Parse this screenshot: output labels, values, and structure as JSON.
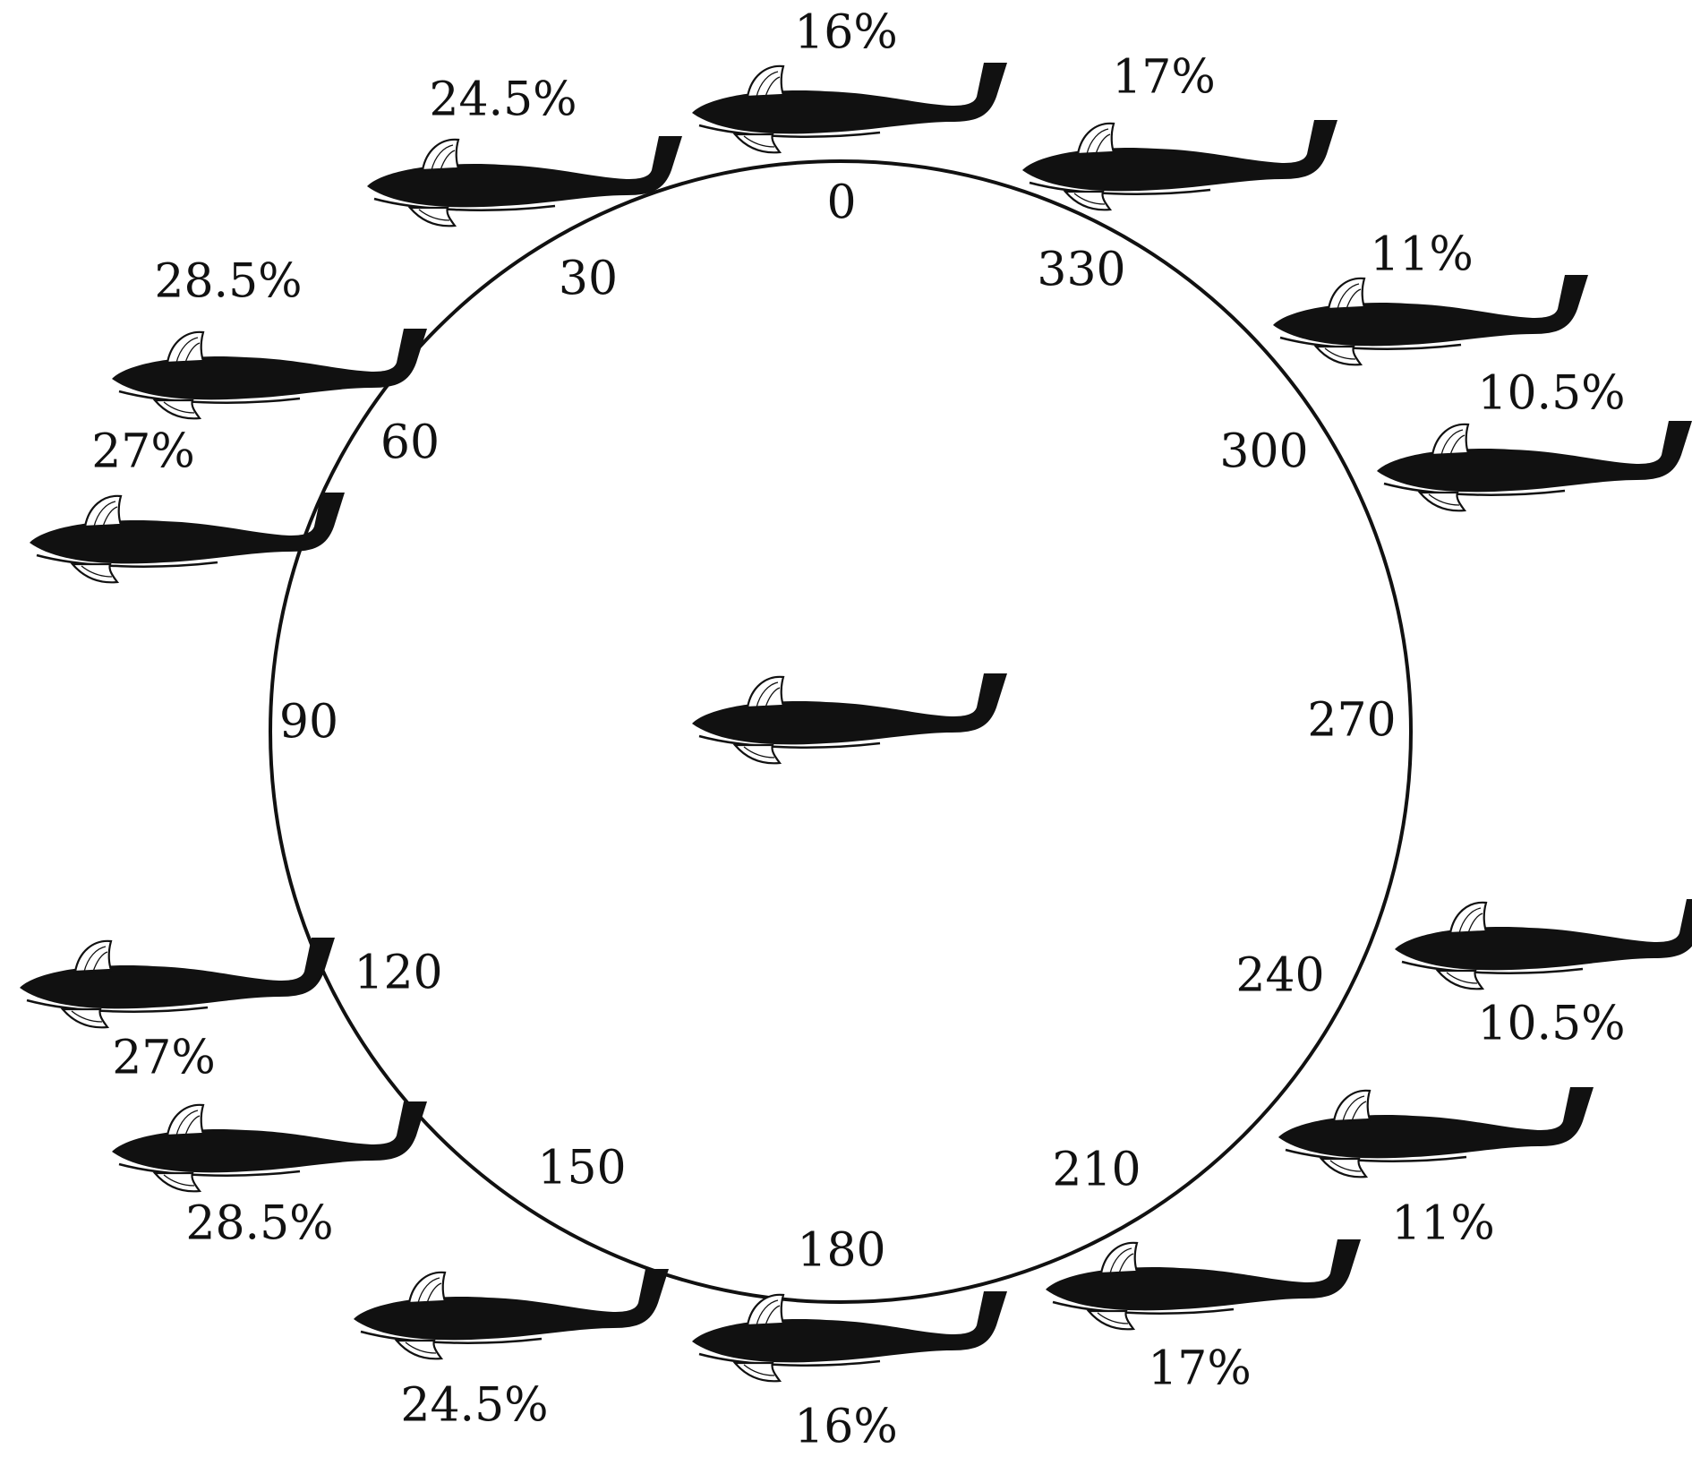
{
  "diagram": {
    "colors": {
      "ink": "#111111",
      "background": "#ffffff"
    },
    "icon": "fish-icon",
    "center_fish": {
      "icon": "fish-icon"
    },
    "angle_labels": [
      "0",
      "30",
      "60",
      "90",
      "120",
      "150",
      "180",
      "210",
      "240",
      "270",
      "300",
      "330"
    ],
    "positions": [
      {
        "angle": "0",
        "angle_value": 0,
        "percent": "16%",
        "side": "outer"
      },
      {
        "angle": "30",
        "angle_value": 30,
        "percent": "24.5%",
        "side": "outer"
      },
      {
        "angle": "60",
        "angle_value": 60,
        "percent": "28.5%",
        "side": "outer"
      },
      {
        "angle": "60",
        "angle_value": 60,
        "percent": "27%",
        "side": "outer"
      },
      {
        "angle": "120",
        "angle_value": 120,
        "percent": "27%",
        "side": "outer"
      },
      {
        "angle": "120",
        "angle_value": 120,
        "percent": "28.5%",
        "side": "outer"
      },
      {
        "angle": "150",
        "angle_value": 150,
        "percent": "24.5%",
        "side": "outer"
      },
      {
        "angle": "180",
        "angle_value": 180,
        "percent": "16%",
        "side": "outer"
      },
      {
        "angle": "210",
        "angle_value": 210,
        "percent": "17%",
        "side": "outer"
      },
      {
        "angle": "210",
        "angle_value": 210,
        "percent": "11%",
        "side": "outer"
      },
      {
        "angle": "240",
        "angle_value": 240,
        "percent": "10.5%",
        "side": "outer"
      },
      {
        "angle": "300",
        "angle_value": 300,
        "percent": "10.5%",
        "side": "outer"
      },
      {
        "angle": "330",
        "angle_value": 330,
        "percent": "11%",
        "side": "outer"
      },
      {
        "angle": "330",
        "angle_value": 330,
        "percent": "17%",
        "side": "outer"
      }
    ]
  }
}
